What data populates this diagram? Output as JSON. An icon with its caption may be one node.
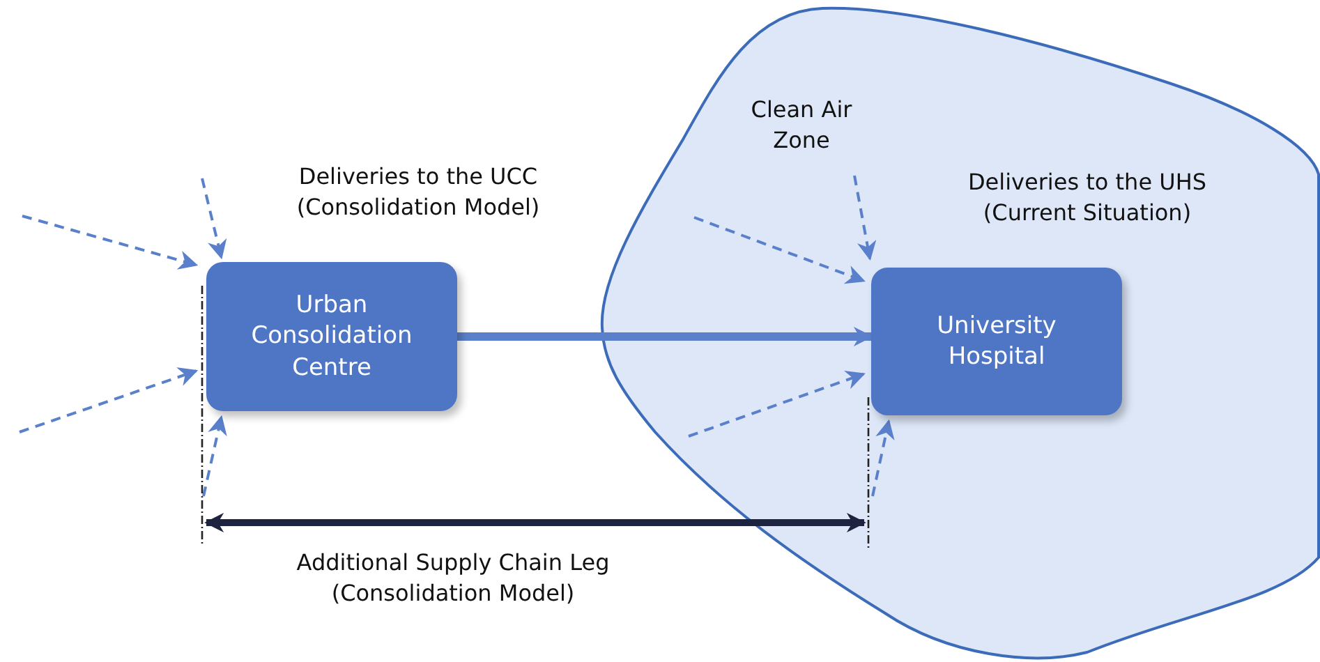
{
  "diagram": {
    "nodes": [
      {
        "text": [
          "Clean Air Zone"
        ]
      },
      {
        "text": [
          "Urban Consolidation Centre"
        ],
        "beside": [
          "Deliveries to the UCC (Consolidation Model)"
        ]
      },
      {
        "text": [
          "University Hospital"
        ],
        "in": 0,
        "beside": [
          "Deliveries to the UHS (Current Situation)"
        ]
      }
    ],
    "edges": [
      {
        "from": 1,
        "to": 2,
        "arrow": "to",
        "style": "thick"
      },
      {
        "from": null,
        "to": 1,
        "arrow": "to",
        "style": "dashed"
      },
      {
        "from": null,
        "to": 1,
        "arrow": "to",
        "style": "dashed"
      },
      {
        "from": null,
        "to": 1,
        "arrow": "to",
        "style": "dashed"
      },
      {
        "from": null,
        "to": 1,
        "arrow": "to",
        "style": "dashed"
      },
      {
        "from": null,
        "to": 2,
        "arrow": "to",
        "style": "dashed"
      },
      {
        "from": null,
        "to": 2,
        "arrow": "to",
        "style": "dashed"
      },
      {
        "from": null,
        "to": 2,
        "arrow": "to",
        "style": "dashed"
      },
      {
        "from": null,
        "to": 2,
        "arrow": "to",
        "style": "dashed"
      }
    ],
    "labels": [
      "Additional Supply Chain Leg (Consolidation Model)"
    ]
  }
}
